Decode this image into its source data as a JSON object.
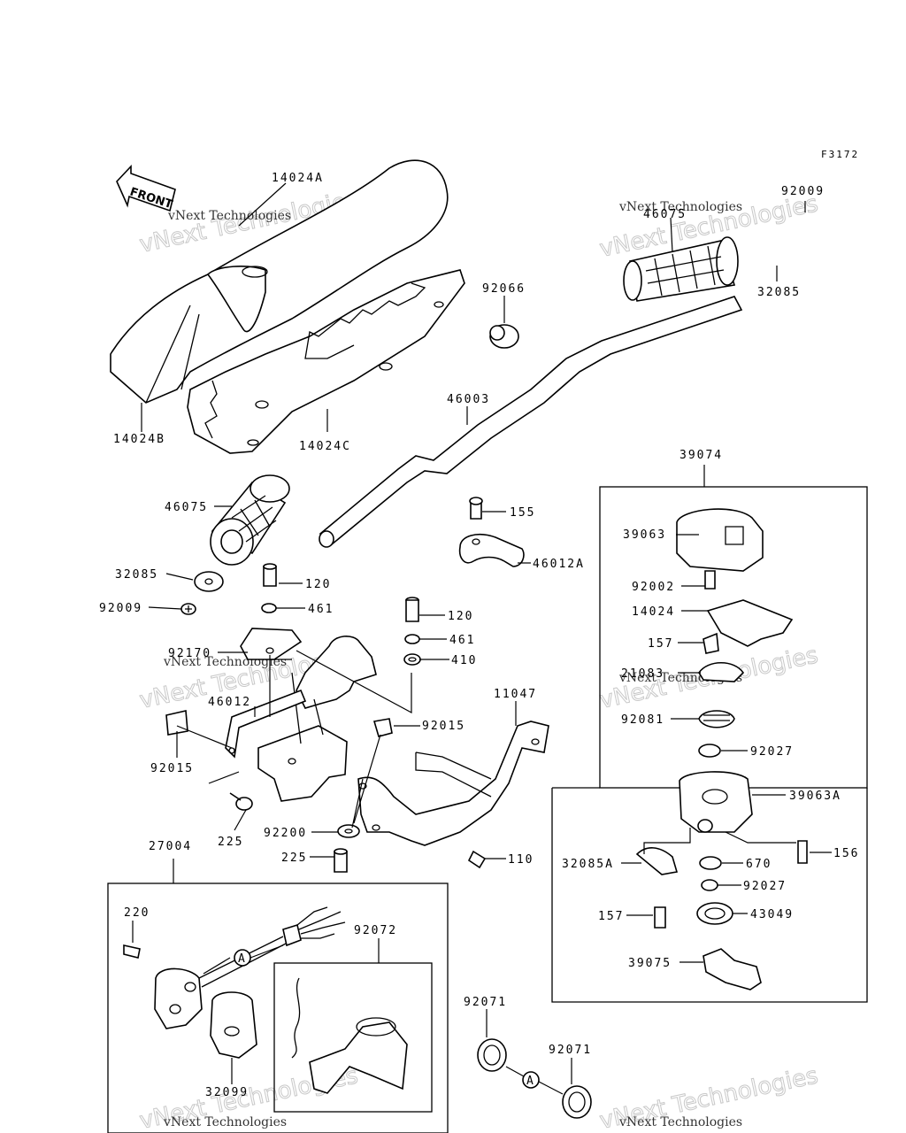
{
  "figure_id": "F3172",
  "front_label": "FRONT",
  "watermark": {
    "big": "vNext Technologies",
    "small": "vNext Technologies"
  },
  "labels": {
    "p14024A": "14024A",
    "p14024B": "14024B",
    "p14024C": "14024C",
    "p92066": "92066",
    "p46075_r": "46075",
    "p92009_r": "92009",
    "p32085_r": "32085",
    "p46003": "46003",
    "p46075_l": "46075",
    "p32085_l": "32085",
    "p92009_l": "92009",
    "p155": "155",
    "p46012A": "46012A",
    "p120a": "120",
    "p461a": "461",
    "p120b": "120",
    "p461b": "461",
    "p410": "410",
    "p92170": "92170",
    "p46012": "46012",
    "p92015a": "92015",
    "p92015b": "92015",
    "p11047": "11047",
    "p225a": "225",
    "p92200": "92200",
    "p225b": "225",
    "p110": "110",
    "p39074": "39074",
    "p39063": "39063",
    "p92002": "92002",
    "p14024": "14024",
    "p157a": "157",
    "p21083": "21083",
    "p92081": "92081",
    "p92027a": "92027",
    "p39063A": "39063A",
    "p156": "156",
    "p32085A": "32085A",
    "p670": "670",
    "p92027b": "92027",
    "p157b": "157",
    "p43049": "43049",
    "p39075": "39075",
    "p27004": "27004",
    "p220": "220",
    "p92072": "92072",
    "p32099": "32099",
    "p92071a": "92071",
    "p92071b": "92071",
    "refA1": "A",
    "refA2": "A"
  }
}
